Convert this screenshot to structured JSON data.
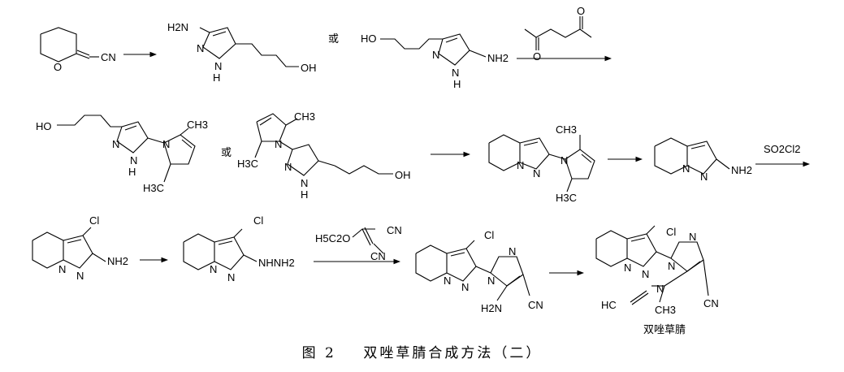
{
  "labels": {
    "cn": "CN",
    "o": "O",
    "oh": "OH",
    "ho": "HO",
    "n": "N",
    "h": "H",
    "nh_bot": "H",
    "h2n": "H2N",
    "nh2": "NH2",
    "ch3": "CH3",
    "h3c": "H3C",
    "cl": "Cl",
    "nhnh2": "NHNH2",
    "h5c2o": "H5C2O",
    "hc": "HC"
  },
  "or_word": "或",
  "reagents": {
    "so2cl2": "SO2Cl2"
  },
  "product_name": "双唑草腈",
  "caption": {
    "figure_no": "图 2",
    "title": "双唑草腈合成方法（二）"
  }
}
